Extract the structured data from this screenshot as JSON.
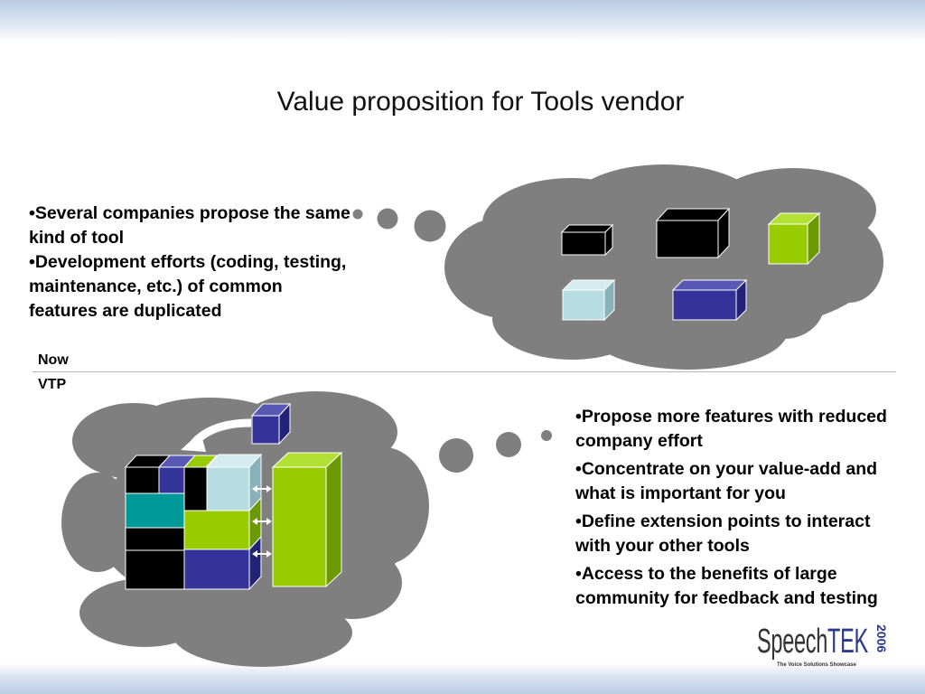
{
  "slide": {
    "title": "Value proposition for Tools vendor",
    "section_now_label": "Now",
    "section_vtp_label": "VTP",
    "now_bullets": [
      "•Several companies propose the same kind of tool",
      "•Development efforts (coding, testing, maintenance, etc.) of common features are duplicated"
    ],
    "vtp_bullets": [
      "•Propose more features with reduced company effort",
      "•Concentrate on your value-add and what is important for you",
      "•Define extension points to interact with your other tools",
      "•Access to the benefits of large community for feedback and testing"
    ]
  },
  "logo": {
    "brand_part1": "Speech",
    "brand_part2": "TEK",
    "year": "2006",
    "tagline": "The Voice Solutions Showcase"
  },
  "colors": {
    "cloud": "#7f7f7f",
    "black_box": "#000000",
    "green_box": "#99cc00",
    "light_blue_box": "#b7dde3",
    "blue_box": "#333399",
    "teal_box": "#009999"
  }
}
